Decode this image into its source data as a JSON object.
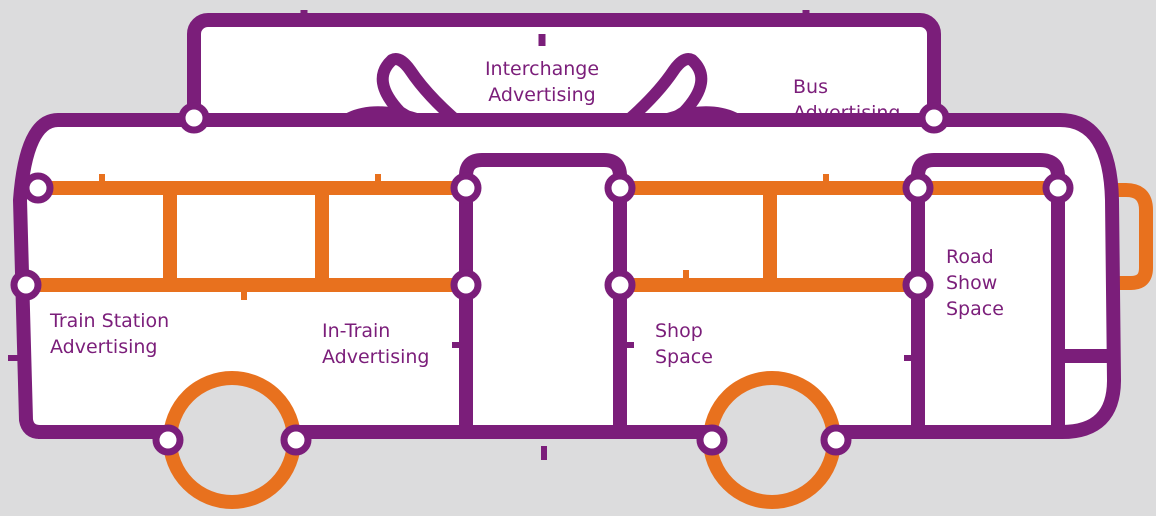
{
  "colors": {
    "background": "#dcdcdd",
    "purple": "#7b1e7a",
    "orange": "#e8711e",
    "fill": "#ffffff"
  },
  "labels": {
    "interchange": [
      "Interchange",
      "Advertising"
    ],
    "bus": [
      "Bus",
      "Advertising"
    ],
    "train_station": [
      "Train Station",
      "Advertising"
    ],
    "in_train": [
      "In-Train",
      "Advertising"
    ],
    "shop": [
      "Shop",
      "Space"
    ],
    "road_show": [
      "Road",
      "Show",
      "Space"
    ]
  }
}
